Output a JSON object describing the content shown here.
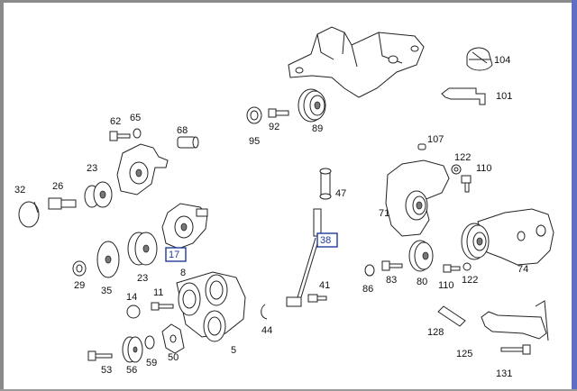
{
  "diagram": {
    "callouts": [
      {
        "id": "104",
        "label": "104",
        "highlighted": false
      },
      {
        "id": "101",
        "label": "101",
        "highlighted": false
      },
      {
        "id": "62",
        "label": "62",
        "highlighted": false
      },
      {
        "id": "65",
        "label": "65",
        "highlighted": false
      },
      {
        "id": "68",
        "label": "68",
        "highlighted": false
      },
      {
        "id": "95",
        "label": "95",
        "highlighted": false
      },
      {
        "id": "92",
        "label": "92",
        "highlighted": false
      },
      {
        "id": "89",
        "label": "89",
        "highlighted": false
      },
      {
        "id": "107",
        "label": "107",
        "highlighted": false
      },
      {
        "id": "122a",
        "label": "122",
        "highlighted": false
      },
      {
        "id": "110a",
        "label": "110",
        "highlighted": false
      },
      {
        "id": "32",
        "label": "32",
        "highlighted": false
      },
      {
        "id": "26",
        "label": "26",
        "highlighted": false
      },
      {
        "id": "23a",
        "label": "23",
        "highlighted": false
      },
      {
        "id": "47",
        "label": "47",
        "highlighted": false
      },
      {
        "id": "71",
        "label": "71",
        "highlighted": false
      },
      {
        "id": "38",
        "label": "38",
        "highlighted": true
      },
      {
        "id": "17",
        "label": "17",
        "highlighted": true
      },
      {
        "id": "8",
        "label": "8",
        "highlighted": false
      },
      {
        "id": "29",
        "label": "29",
        "highlighted": false
      },
      {
        "id": "23b",
        "label": "23",
        "highlighted": false
      },
      {
        "id": "35",
        "label": "35",
        "highlighted": false
      },
      {
        "id": "74",
        "label": "74",
        "highlighted": false
      },
      {
        "id": "86",
        "label": "86",
        "highlighted": false
      },
      {
        "id": "83",
        "label": "83",
        "highlighted": false
      },
      {
        "id": "80",
        "label": "80",
        "highlighted": false
      },
      {
        "id": "110b",
        "label": "110",
        "highlighted": false
      },
      {
        "id": "122b",
        "label": "122",
        "highlighted": false
      },
      {
        "id": "41",
        "label": "41",
        "highlighted": false
      },
      {
        "id": "14",
        "label": "14",
        "highlighted": false
      },
      {
        "id": "11",
        "label": "11",
        "highlighted": false
      },
      {
        "id": "44",
        "label": "44",
        "highlighted": false
      },
      {
        "id": "128",
        "label": "128",
        "highlighted": false
      },
      {
        "id": "5",
        "label": "5",
        "highlighted": false
      },
      {
        "id": "125",
        "label": "125",
        "highlighted": false
      },
      {
        "id": "50",
        "label": "50",
        "highlighted": false
      },
      {
        "id": "53",
        "label": "53",
        "highlighted": false
      },
      {
        "id": "56",
        "label": "56",
        "highlighted": false
      },
      {
        "id": "59",
        "label": "59",
        "highlighted": false
      },
      {
        "id": "131",
        "label": "131",
        "highlighted": false
      }
    ],
    "colors": {
      "highlight": "#1e3a9a",
      "frame_right": "#5f6ec4",
      "line": "#222222"
    }
  }
}
